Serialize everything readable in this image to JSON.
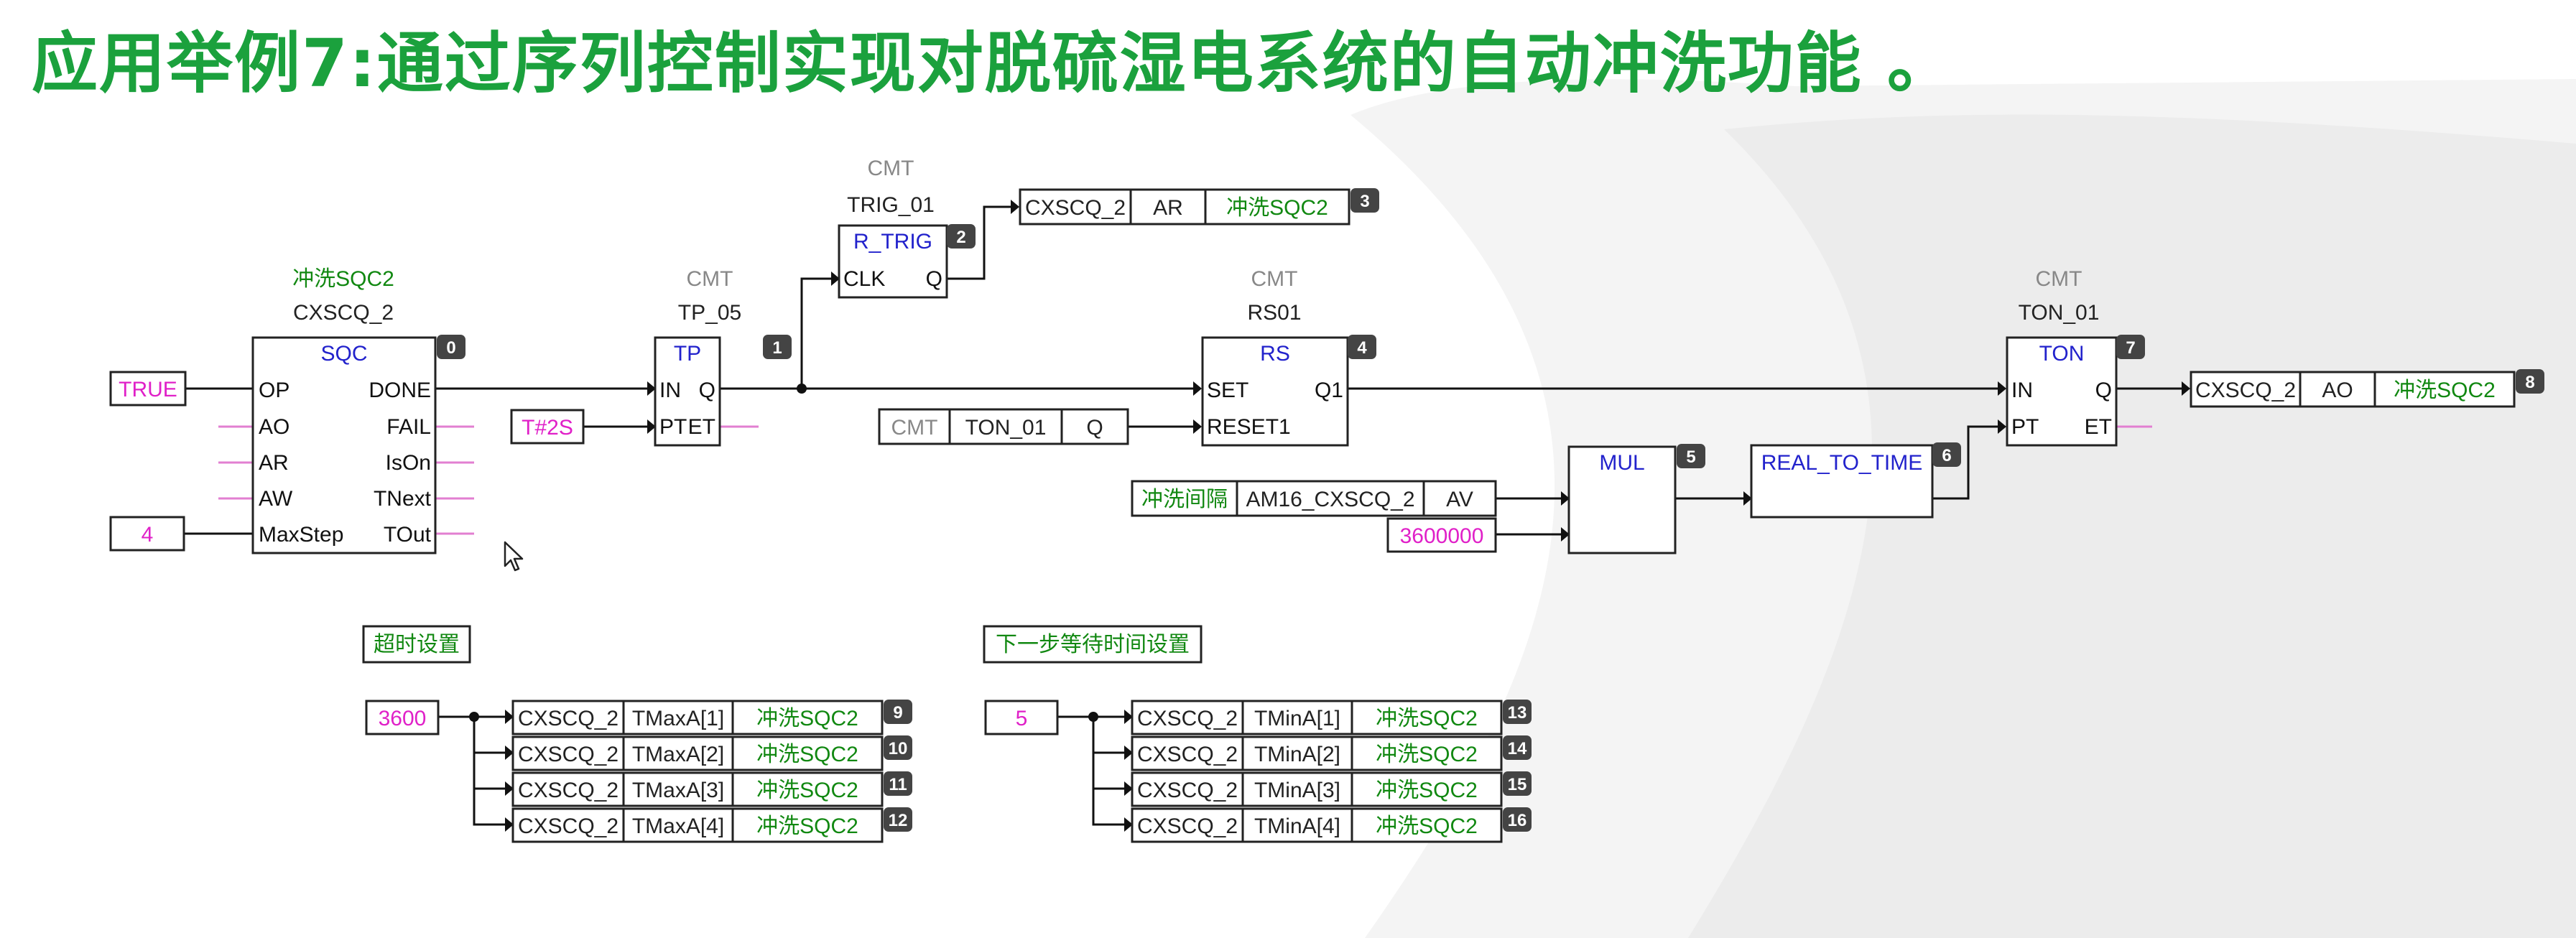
{
  "title": "应用举例7:通过序列控制实现对脱硫湿电系统的自动冲洗功能 。",
  "blocks": {
    "sqc": {
      "type": "SQC",
      "name": "CXSCQ_2",
      "comment": "冲洗SQC2",
      "index": "0",
      "inputs": [
        "OP",
        "AO",
        "AR",
        "AW",
        "MaxStep"
      ],
      "outputs": [
        "DONE",
        "FAIL",
        "IsOn",
        "TNext",
        "TOut"
      ]
    },
    "tp": {
      "type": "TP",
      "name": "TP_05",
      "comment": "CMT",
      "index": "1",
      "inputs": [
        "IN",
        "PT"
      ],
      "outputs": [
        "Q",
        "ET"
      ]
    },
    "rtrig": {
      "type": "R_TRIG",
      "name": "TRIG_01",
      "comment": "CMT",
      "index": "2",
      "inputs": [
        "CLK"
      ],
      "outputs": [
        "Q"
      ]
    },
    "rs": {
      "type": "RS",
      "name": "RS01",
      "comment": "CMT",
      "index": "4",
      "inputs": [
        "SET",
        "RESET1"
      ],
      "outputs": [
        "Q1"
      ]
    },
    "mul": {
      "type": "MUL",
      "index": "5"
    },
    "r2t": {
      "type": "REAL_TO_TIME",
      "index": "6"
    },
    "ton": {
      "type": "TON",
      "name": "TON_01",
      "comment": "CMT",
      "index": "7",
      "inputs": [
        "IN",
        "PT"
      ],
      "outputs": [
        "Q",
        "ET"
      ]
    }
  },
  "constants": {
    "op_true": "TRUE",
    "max_step": "4",
    "pt_value": "T#2S",
    "mul_const": "3600000",
    "timeout_value": "3600",
    "wait_value": "5"
  },
  "refs": {
    "ar_out": {
      "cells": [
        "CXSCQ_2",
        "AR",
        "冲洗SQC2"
      ],
      "index": "3"
    },
    "ao_out": {
      "cells": [
        "CXSCQ_2",
        "AO",
        "冲洗SQC2"
      ],
      "index": "8"
    },
    "ton_q_in": {
      "cells": [
        "CMT",
        "TON_01",
        "Q"
      ]
    },
    "interval_in": {
      "cells": [
        "冲洗间隔",
        "AM16_CXSCQ_2",
        "AV"
      ]
    }
  },
  "groups": {
    "timeout": {
      "label": "超时设置",
      "rows": [
        {
          "cells": [
            "CXSCQ_2",
            "TMaxA[1]",
            "冲洗SQC2"
          ],
          "index": "9"
        },
        {
          "cells": [
            "CXSCQ_2",
            "TMaxA[2]",
            "冲洗SQC2"
          ],
          "index": "10"
        },
        {
          "cells": [
            "CXSCQ_2",
            "TMaxA[3]",
            "冲洗SQC2"
          ],
          "index": "11"
        },
        {
          "cells": [
            "CXSCQ_2",
            "TMaxA[4]",
            "冲洗SQC2"
          ],
          "index": "12"
        }
      ]
    },
    "wait": {
      "label": "下一步等待时间设置",
      "rows": [
        {
          "cells": [
            "CXSCQ_2",
            "TMinA[1]",
            "冲洗SQC2"
          ],
          "index": "13"
        },
        {
          "cells": [
            "CXSCQ_2",
            "TMinA[2]",
            "冲洗SQC2"
          ],
          "index": "14"
        },
        {
          "cells": [
            "CXSCQ_2",
            "TMinA[3]",
            "冲洗SQC2"
          ],
          "index": "15"
        },
        {
          "cells": [
            "CXSCQ_2",
            "TMinA[4]",
            "冲洗SQC2"
          ],
          "index": "16"
        }
      ]
    }
  },
  "colors": {
    "title": "#1ba13d",
    "constant": "#e020c8",
    "comment": "#118811",
    "type": "#2222cc",
    "badge": "#444444",
    "stub": "#e27fd1"
  },
  "icons": [
    "mouse-cursor-icon"
  ]
}
